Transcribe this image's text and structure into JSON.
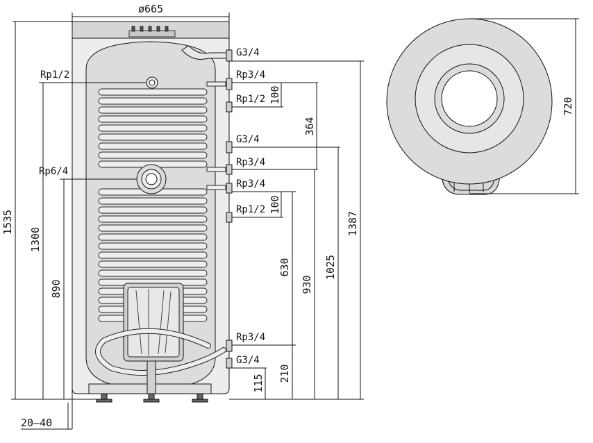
{
  "front_view": {
    "top_width": "ø665",
    "bottom_offset": "20–40",
    "left_ports": [
      {
        "label": "Rp1/2"
      },
      {
        "label": "Rp6/4"
      }
    ],
    "right_ports": [
      {
        "label": "G3/4"
      },
      {
        "label": "Rp3/4"
      },
      {
        "label": "Rp1/2"
      },
      {
        "label": "G3/4"
      },
      {
        "label": "Rp3/4"
      },
      {
        "label": "Rp3/4"
      },
      {
        "label": "Rp1/2"
      },
      {
        "label": "Rp3/4"
      },
      {
        "label": "G3/4"
      }
    ],
    "left_heights": [
      "1535",
      "1300",
      "890"
    ],
    "right_heights": {
      "upper_spacing": "100",
      "coil_span": "364",
      "lower_spacing": "100",
      "h630": "630",
      "h930": "930",
      "h1025": "1025",
      "h1387": "1387",
      "h210": "210",
      "h115": "115"
    }
  },
  "top_view": {
    "diameter": "720"
  },
  "colors": {
    "line": "#111111",
    "tank_fill": "#e4e4e4",
    "tank_fill_dark": "#cfcfcf"
  }
}
